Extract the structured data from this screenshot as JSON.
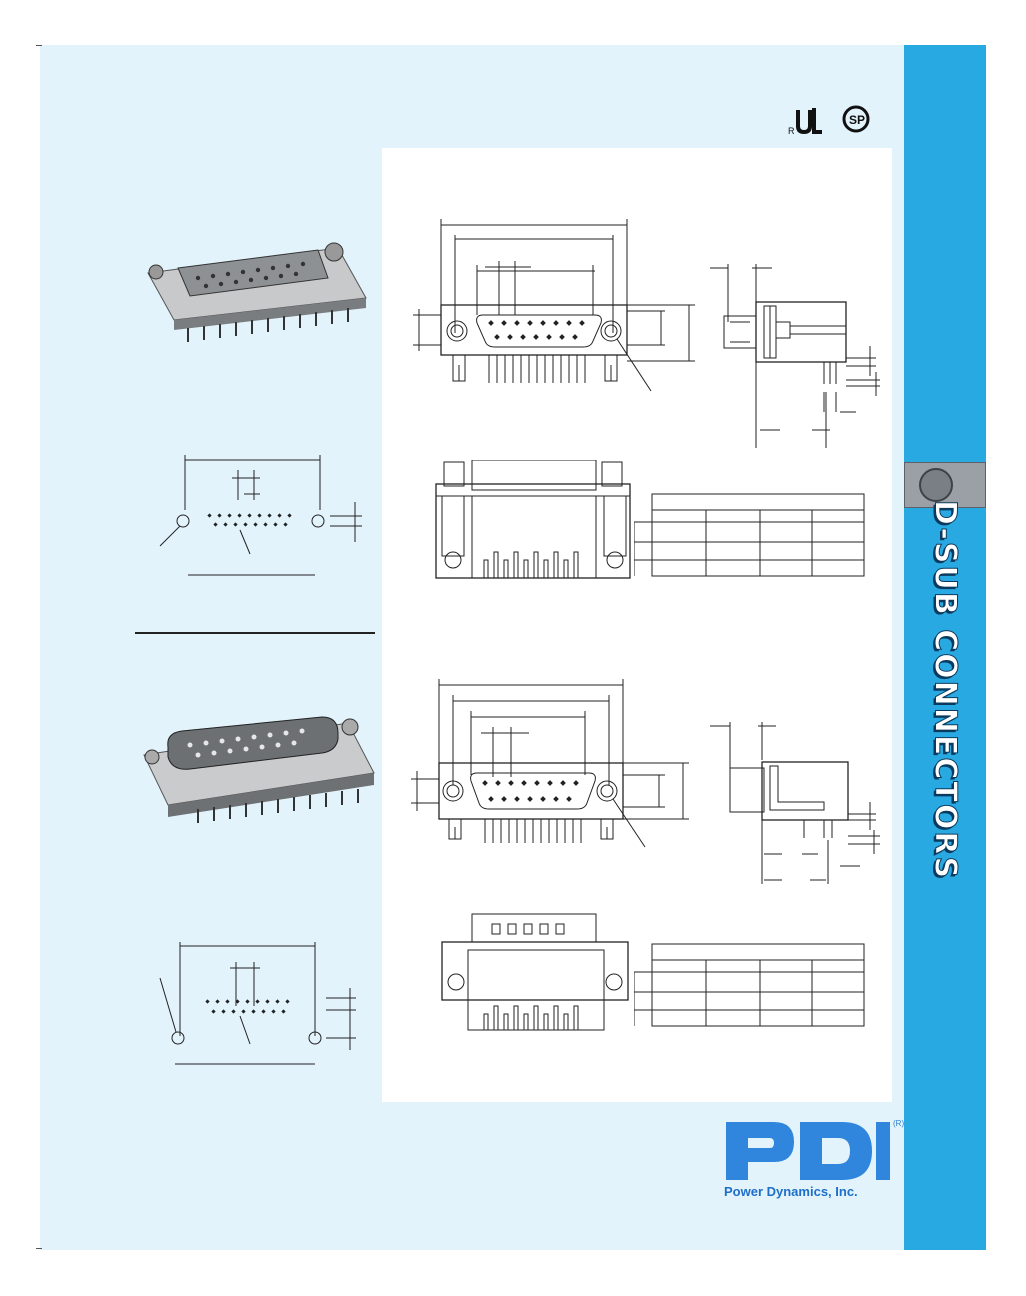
{
  "sidebar": {
    "title": "D-SUB CONNECTORS",
    "tab_icon": "circle-tab-icon"
  },
  "logo": {
    "text": "PDI",
    "registered": "(R)",
    "company": "Power Dynamics, Inc."
  },
  "certifications": [
    {
      "icon": "ul-recognized-icon"
    },
    {
      "icon": "csa-certified-icon"
    }
  ],
  "colors": {
    "page_background": "#e2f3fc",
    "side_band": "#29a9e1",
    "brand_blue": "#1e6fc9",
    "drawing_panel": "#ffffff"
  },
  "sections": [
    {
      "name": "female-right-angle-connector",
      "pin_rows": [
        8,
        7
      ]
    },
    {
      "name": "male-right-angle-connector",
      "pin_rows": [
        8,
        7
      ]
    }
  ]
}
